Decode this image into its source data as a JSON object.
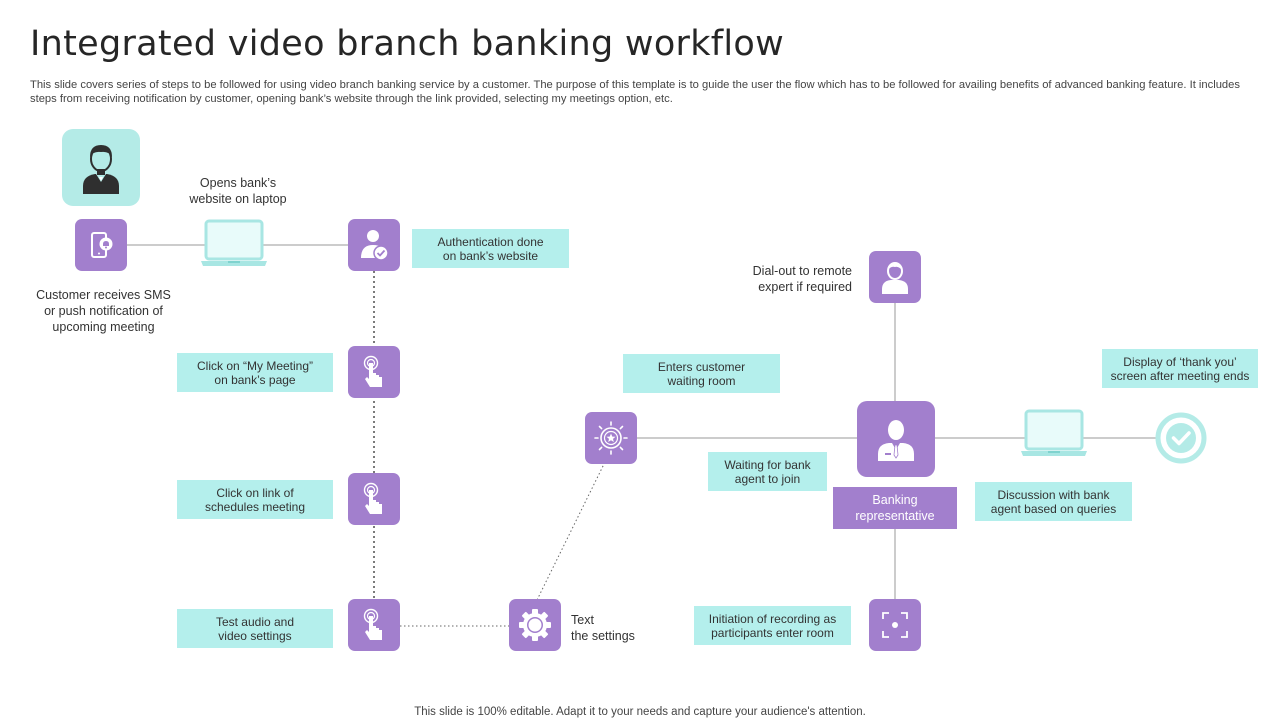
{
  "title": "Integrated video branch banking workflow",
  "description": "This slide covers series of steps to be followed for using video branch banking service by a customer. The purpose of this template is to guide the user the flow which has to be followed for availing benefits of advanced banking feature. It includes steps from receiving notification by customer, opening bank’s website through the link provided, selecting my meetings option, etc.",
  "footer": "This slide is 100% editable. Adapt it to your needs and capture your audience's attention.",
  "colors": {
    "purple": "#a27fcd",
    "teal": "#b4efec",
    "line": "#9a9a9a"
  },
  "steps": {
    "sms": "Customer receives SMS\nor push notification of\nupcoming meeting",
    "opens_site": "Opens bank’s\nwebsite on laptop",
    "auth": "Authentication done\non bank’s website",
    "my_meeting": "Click on “My Meeting”\non bank’s page",
    "link": "Click on link of\nschedules meeting",
    "audio": "Test audio and\nvideo settings",
    "settings": "Text\nthe settings",
    "waiting_room": "Enters customer\nwaiting room",
    "waiting_agent": "Waiting for bank\nagent to join",
    "dial_out": "Dial-out to remote\nexpert if required",
    "rep": "Banking\nrepresentative",
    "recording": "Initiation of recording as\nparticipants enter room",
    "discussion": "Discussion with bank\nagent based on queries",
    "thank_you": "Display of ‘thank you’\nscreen after meeting ends"
  },
  "icons": [
    "person-avatar-icon",
    "phone-notification-icon",
    "laptop-icon",
    "user-verified-icon",
    "tap-hand-icon",
    "gear-icon",
    "badge-star-icon",
    "person-icon",
    "business-person-icon",
    "record-focus-icon",
    "check-circle-icon"
  ]
}
